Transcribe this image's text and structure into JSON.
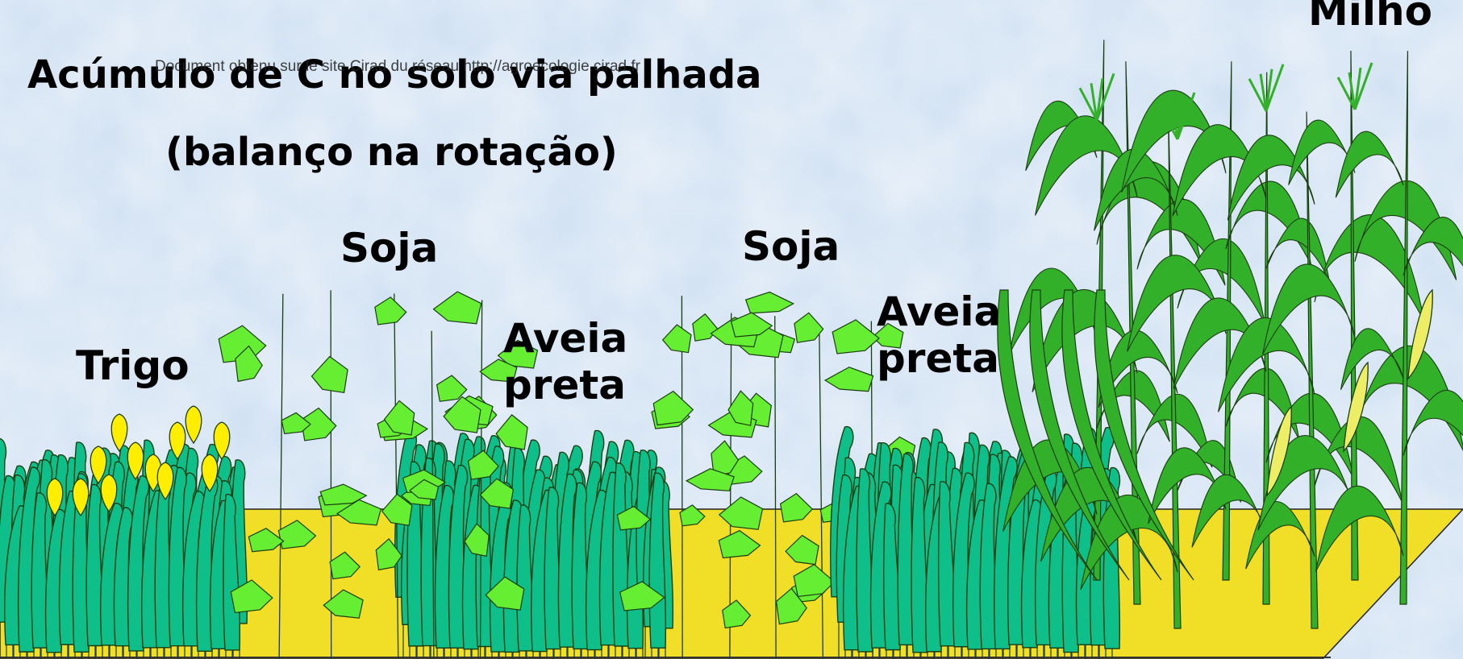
{
  "slide": {
    "title": "Acúmulo de C no solo via palhada",
    "subtitle": "(balanço na rotação)",
    "watermark": "Document obtenu sur le site Cirad du réseau  http://agroecologie.cirad.fr"
  },
  "crops": {
    "trigo": "Trigo",
    "soja_1": "Soja",
    "aveia_preta_1": "Aveia\npreta",
    "soja_2": "Soja",
    "aveia_preta_2": "Aveia\npreta",
    "milho": "Milho"
  },
  "colors": {
    "background": "#cfe0f2",
    "soil": "#f0de27",
    "wheat_leaf": "#0fbf8a",
    "wheat_grain": "#ffee00",
    "soy_leaf": "#66ee33",
    "corn_leaf": "#33b02a",
    "corn_ear": "#eeee66",
    "outline": "#1a3d10"
  }
}
